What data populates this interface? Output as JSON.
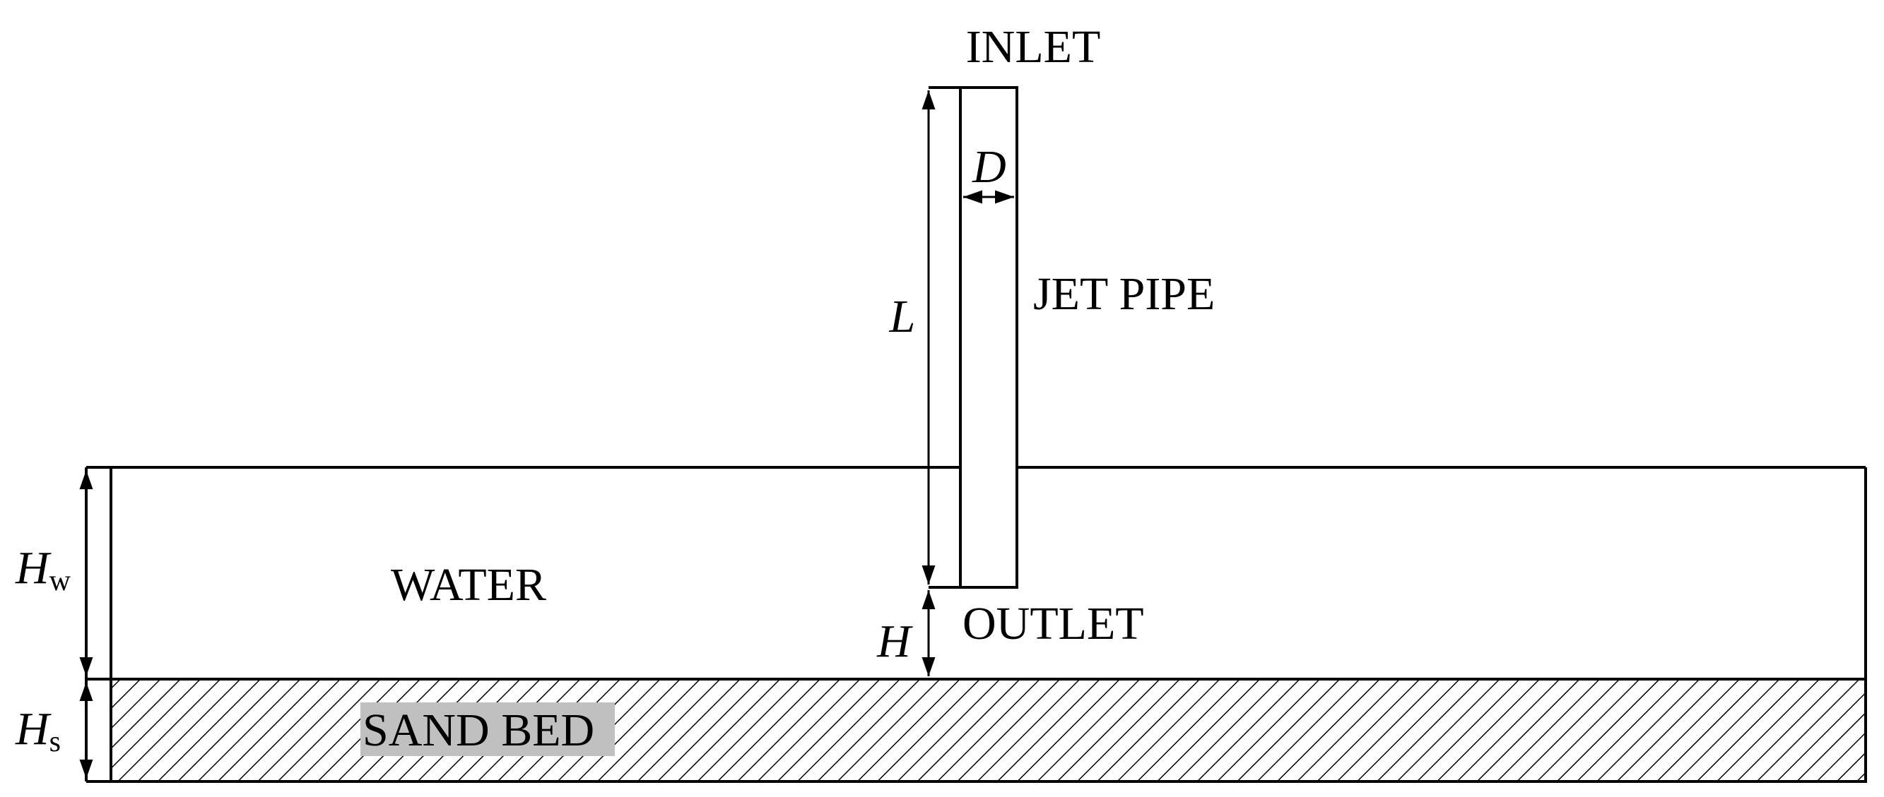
{
  "labels": {
    "inlet": "INLET",
    "outlet": "OUTLET",
    "jet_pipe": "JET PIPE",
    "water": "WATER",
    "sand_bed": "SAND BED"
  },
  "dimensions": {
    "pipe_length": "L",
    "pipe_diameter": "D",
    "outlet_height": "H",
    "water_depth": {
      "main": "H",
      "sub": "w"
    },
    "sand_depth": {
      "main": "H",
      "sub": "s"
    }
  },
  "colors": {
    "stroke": "#000000",
    "sand_label_bg": "#c0c0c0",
    "background": "#ffffff"
  }
}
